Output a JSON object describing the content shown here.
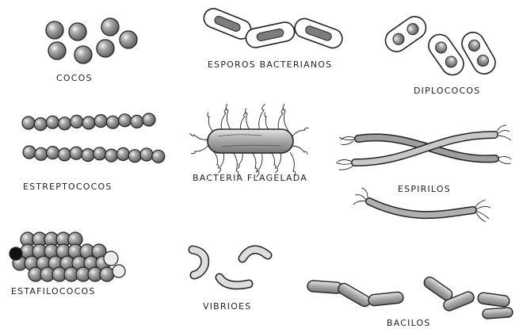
{
  "colors": {
    "ink": "#222222",
    "shade": "#9a9a9a",
    "dark_shade": "#6f6f6f",
    "light_shade": "#d2d2d2",
    "background": "#ffffff"
  },
  "labels": {
    "cocos": "COCOS",
    "esporos": "ESPOROS BACTERIANOS",
    "diplococos": "DIPLOCOCOS",
    "estreptococos": "ESTREPTOCOCOS",
    "flagelada": "BACTERIA FLAGELADA",
    "espirilos": "ESPIRILOS",
    "estafilococos": "ESTAFILOCOCOS",
    "vibrioes": "VIBRIOES",
    "bacilos": "BACILOS"
  }
}
